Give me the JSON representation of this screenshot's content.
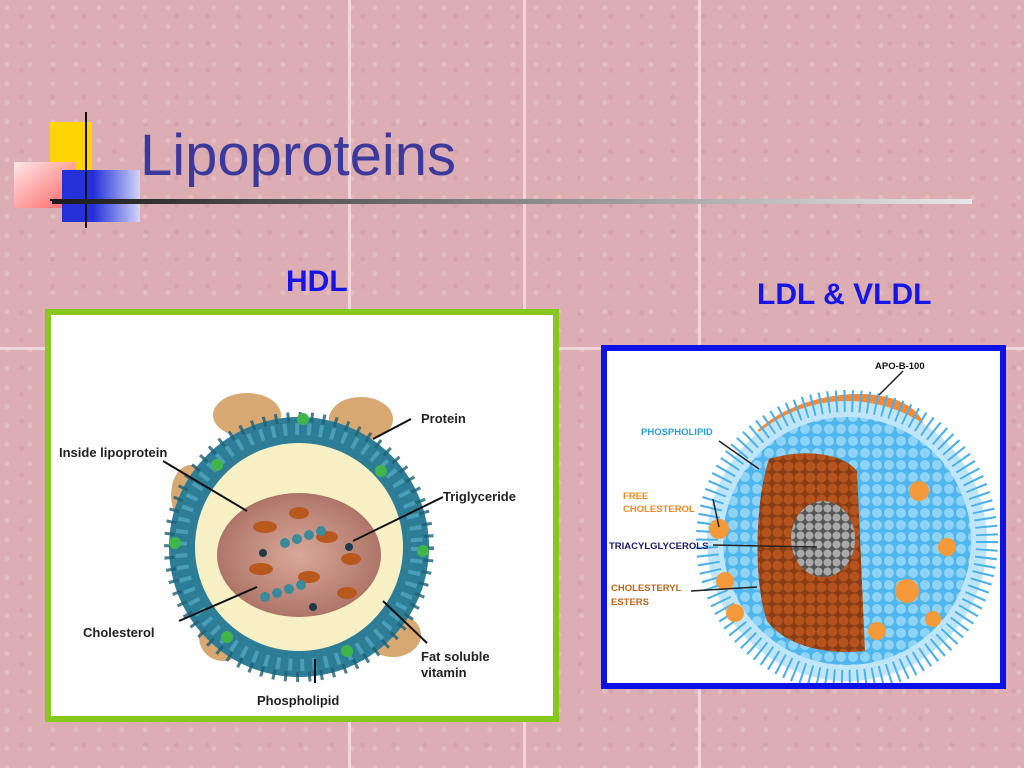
{
  "slide": {
    "title": "Lipoproteins"
  },
  "hdl": {
    "heading": "HDL",
    "labels": {
      "protein": "Protein",
      "inside": "Inside lipoprotein",
      "triglyceride": "Triglyceride",
      "cholesterol": "Cholesterol",
      "fat_soluble_1": "Fat soluble",
      "fat_soluble_2": "vitamin",
      "phospholipid": "Phospholipid"
    },
    "border_color": "#86c81d"
  },
  "ldl": {
    "heading": "LDL & VLDL",
    "labels": {
      "apo": "APO-B-100",
      "phospholipid": "PHOSPHOLIPID",
      "free_chol_1": "FREE",
      "free_chol_2": "CHOLESTEROL",
      "triacyl": "TRIACYLGLYCEROLS",
      "chol_esters_1": "CHOLESTERYL",
      "chol_esters_2": "ESTERS"
    },
    "border_color": "#0c12e6"
  },
  "colors": {
    "title": "#3b3a9c",
    "heading": "#1515e8"
  }
}
